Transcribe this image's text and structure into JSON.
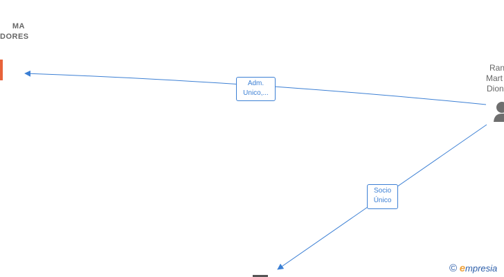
{
  "company": {
    "name_lines": [
      "MA",
      "DORES"
    ]
  },
  "person": {
    "name_lines": [
      "Ran",
      "Mart",
      "Dion"
    ]
  },
  "relations": {
    "adm_lines": [
      "Adm.",
      "Unico,..."
    ],
    "socio_lines": [
      "Socio",
      "Único"
    ]
  },
  "watermark": {
    "copyright": "©",
    "brand_initial": "e",
    "brand_rest": "mpresia"
  },
  "colors": {
    "edge": "#3b7fd4",
    "company_accent": "#e8633a",
    "label_gray": "#666666",
    "person_icon": "#6e6e6e"
  }
}
